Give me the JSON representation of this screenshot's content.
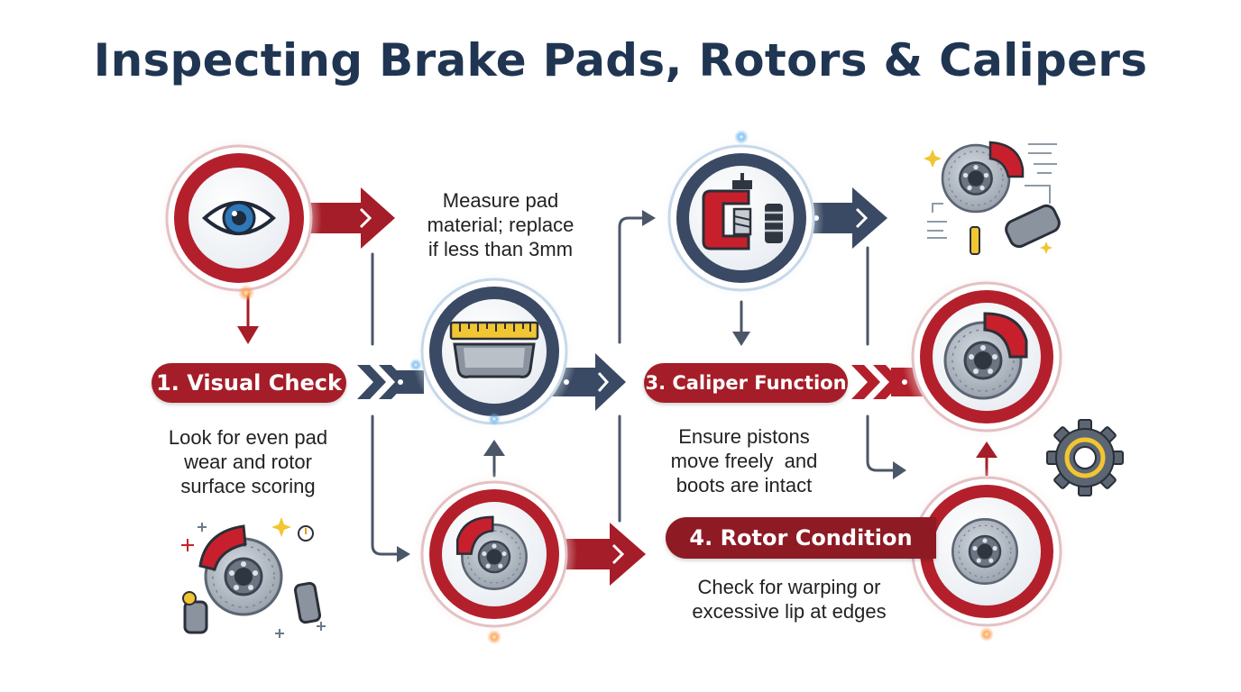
{
  "title": "Inspecting Brake Pads, Rotors & Calipers",
  "colors": {
    "red": "#b3202c",
    "navy": "#3a4a64",
    "title": "#1f3552",
    "light_red": "#f6dcdc"
  },
  "steps": [
    {
      "label": "1. Visual Check",
      "description": [
        "Look for even pad",
        "wear and rotor",
        "surface scoring"
      ],
      "icon": "eye-icon"
    },
    {
      "label": "",
      "description": [
        "Measure pad",
        "material; replace",
        "if less than 3mm"
      ],
      "icon": "ruler-brake-pad-icon"
    },
    {
      "label": "3. Caliper Function",
      "description": [
        "Ensure pistons",
        "move freely  and",
        "boots are intact"
      ],
      "icon": "c-clamp-piston-icon"
    },
    {
      "label": "4. Rotor Condition",
      "description": [
        "Check for warping or",
        "excessive lip at edges"
      ],
      "icon": "rotor-icon"
    }
  ]
}
